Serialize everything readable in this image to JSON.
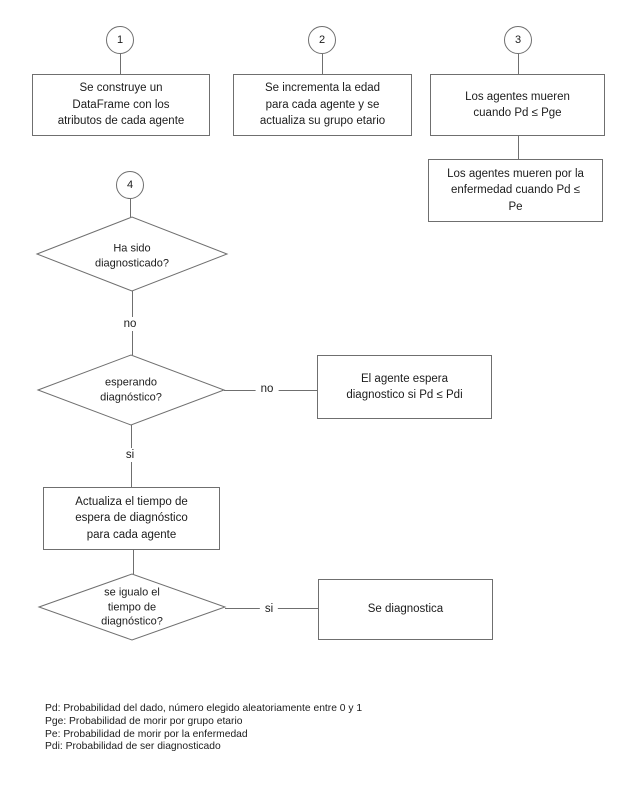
{
  "flowchart": {
    "steps": {
      "circle1": "1",
      "circle2": "2",
      "circle3": "3",
      "circle4": "4"
    },
    "boxes": {
      "build_dataframe": "Se construye un\nDataFrame con los\natributos de cada agente",
      "increment_age": "Se incrementa la edad\npara cada agente y se\nactualiza su grupo etario",
      "agents_die_age": "Los agentes mueren\ncuando Pd ≤ Pge",
      "agents_die_disease": "Los agentes mueren por la\nenfermedad cuando   Pd ≤\nPe",
      "wait_diagnosis": "El agente espera\ndiagnostico si Pd ≤ Pdi",
      "update_wait_time": "Actualiza el tiempo de\nespera de  diagnóstico\npara cada agente",
      "diagnosed": "Se diagnostica"
    },
    "decisions": {
      "has_been_diagnosed": "Ha sido\ndiagnosticado?",
      "waiting_diagnosis": "esperando\ndiagnóstico?",
      "wait_time_reached": "se igualo el\ntiempo de\ndiagnóstico?"
    },
    "edge_labels": {
      "no_after_diagnosed": "no",
      "no_waiting": "no",
      "si_waiting": "si",
      "si_time_reached": "si"
    },
    "legend": {
      "lines": [
        "Pd: Probabilidad del dado, número elegido aleatoriamente entre 0 y 1",
        "Pge: Probabilidad de morir por grupo etario",
        "Pe: Probabilidad de morir por la enfermedad",
        "Pdi: Probabilidad de ser diagnosticado"
      ]
    },
    "colors": {
      "line": "#6f6f6f",
      "text": "#1c1c1c",
      "background": "#ffffff"
    }
  }
}
